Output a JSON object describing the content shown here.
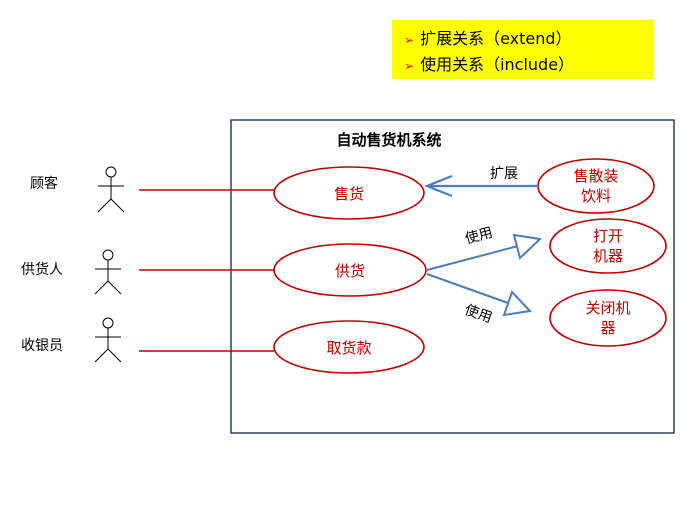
{
  "legend": {
    "items": [
      {
        "marker": "➢",
        "text": "扩展关系（extend）"
      },
      {
        "marker": "➢",
        "text": "使用关系（include）"
      }
    ],
    "background": "#ffff00"
  },
  "system": {
    "title": "自动售货机系统",
    "border_color": "#2b3f6b"
  },
  "actors": [
    {
      "label": "顾客",
      "icon": "stick-figure-icon"
    },
    {
      "label": "供货人",
      "icon": "stick-figure-icon"
    },
    {
      "label": "收银员",
      "icon": "stick-figure-icon"
    }
  ],
  "use_cases": {
    "sell": "售货",
    "supply": "供货",
    "collect": "取货款",
    "sell_bulk_line1": "售散装",
    "sell_bulk_line2": "饮料",
    "open_line1": "打开",
    "open_line2": "机器",
    "close_line1": "关闭机",
    "close_line2": "器"
  },
  "relations": {
    "extend_label": "扩展",
    "include_label_1": "使用",
    "include_label_2": "使用"
  },
  "colors": {
    "use_case": "#c00000",
    "association": "#c00000",
    "relation_arrow": "#4a7ebb"
  }
}
